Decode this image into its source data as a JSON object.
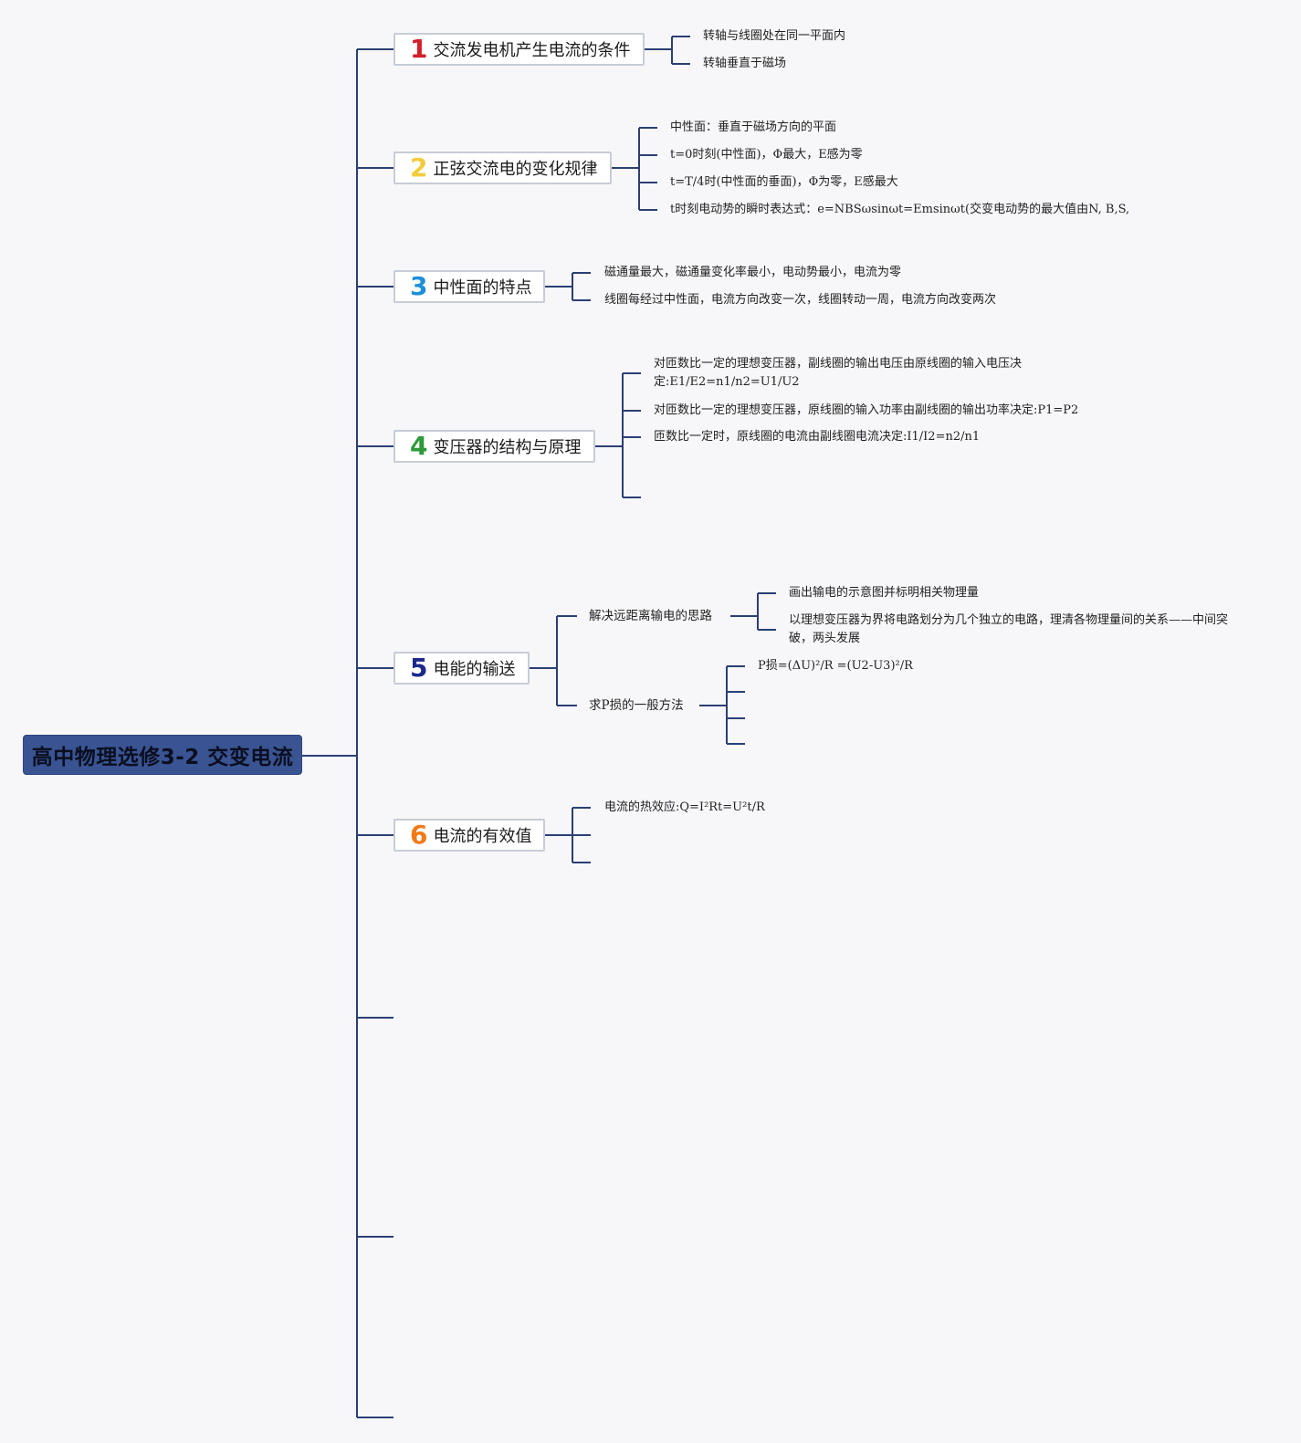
{
  "root": {
    "title": "高中物理选修3-2 交变电流"
  },
  "topics": [
    {
      "num": "1",
      "label": "交流发电机产生电流的条件",
      "color": "#d0202a"
    },
    {
      "num": "2",
      "label": "正弦交流电的变化规律",
      "color": "#f2cc3c"
    },
    {
      "num": "3",
      "label": "中性面的特点",
      "color": "#1e8fd8"
    },
    {
      "num": "4",
      "label": "变压器的结构与原理",
      "color": "#2e9a3a"
    },
    {
      "num": "5",
      "label": "电能的输送",
      "color": "#1c2a8a"
    },
    {
      "num": "6",
      "label": "电流的有效值",
      "color": "#f07a18"
    }
  ],
  "t1": {
    "items": [
      "转轴与线圈处在同一平面内",
      "转轴垂直于磁场"
    ]
  },
  "t2": {
    "items": [
      "中性面：垂直于磁场方向的平面",
      "t=0时刻(中性面)，Φ最大，E感为零",
      "t=T/4时(中性面的垂面)，Φ为零，E感最大",
      "t时刻电动势的瞬时表达式：e=NBSωsinωt=Emsinωt(交变电动势的最大值由N, B,S,"
    ]
  },
  "t3": {
    "items": [
      "磁通量最大，磁通量变化率最小，电动势最小，电流为零",
      "线圈每经过中性面，电流方向改变一次，线圈转动一周，电流方向改变两次"
    ]
  },
  "t4": {
    "items": [
      "对匝数比一定的理想变压器，副线圈的输出电压由原线圈的输入电压决定:E1/E2=n1/n2=U1/U2",
      "对匝数比一定的理想变压器，原线圈的输入功率由副线圈的输出功率决定:P1=P2",
      "匝数比一定时，原线圈的电流由副线圈电流决定:I1/I2=n2/n1"
    ]
  },
  "t5": {
    "sub1": {
      "label": "解决远距离输电的思路",
      "items": [
        "画出输电的示意图并标明相关物理量",
        "以理想变压器为界将电路划分为几个独立的电路，理清各物理量间的关系——中间突破，两头发展"
      ]
    },
    "sub2": {
      "label": "求P损的一般方法",
      "items": [
        "P损=(ΔU)²/R =(U2-U3)²/R"
      ]
    }
  },
  "t6": {
    "items": [
      "电流的热效应:Q=I²Rt=U²t/R"
    ]
  },
  "colors": {
    "line": "#2b3f73",
    "root_bg": "#3a5493"
  }
}
